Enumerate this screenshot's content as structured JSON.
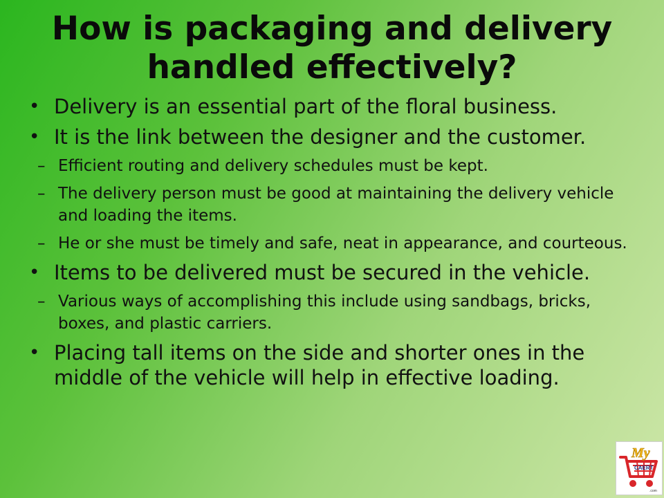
{
  "slide": {
    "title_line1": "How is packaging and delivery",
    "title_line2": "handled effectively?",
    "bullets": [
      {
        "text": "Delivery is an essential part of the floral business."
      },
      {
        "text": "It is the link between the designer and the customer.",
        "sub": [
          "Efficient routing and delivery schedules must be kept.",
          "The delivery person must be good at maintaining the delivery vehicle and loading the items.",
          "He or she must be timely and safe, neat in appearance, and courteous."
        ]
      },
      {
        "text": "Items to be delivered must be secured in the vehicle.",
        "sub": [
          "Various ways of accomplishing this include using sandbags, bricks, boxes, and plastic carriers."
        ]
      },
      {
        "text": "Placing tall items on the side and shorter ones in the middle of the vehicle will help in effective loading."
      }
    ],
    "bullet_symbol": "•",
    "sub_symbol": "–"
  },
  "logo": {
    "text_my": "My",
    "text_caert": "CAERT",
    "text_com": ".com",
    "icon": "shopping-cart-icon"
  },
  "colors": {
    "bg_start": "#2bb61f",
    "bg_end": "#cde6a8",
    "logo_red": "#d9262a",
    "logo_yellow": "#f3b61b"
  }
}
